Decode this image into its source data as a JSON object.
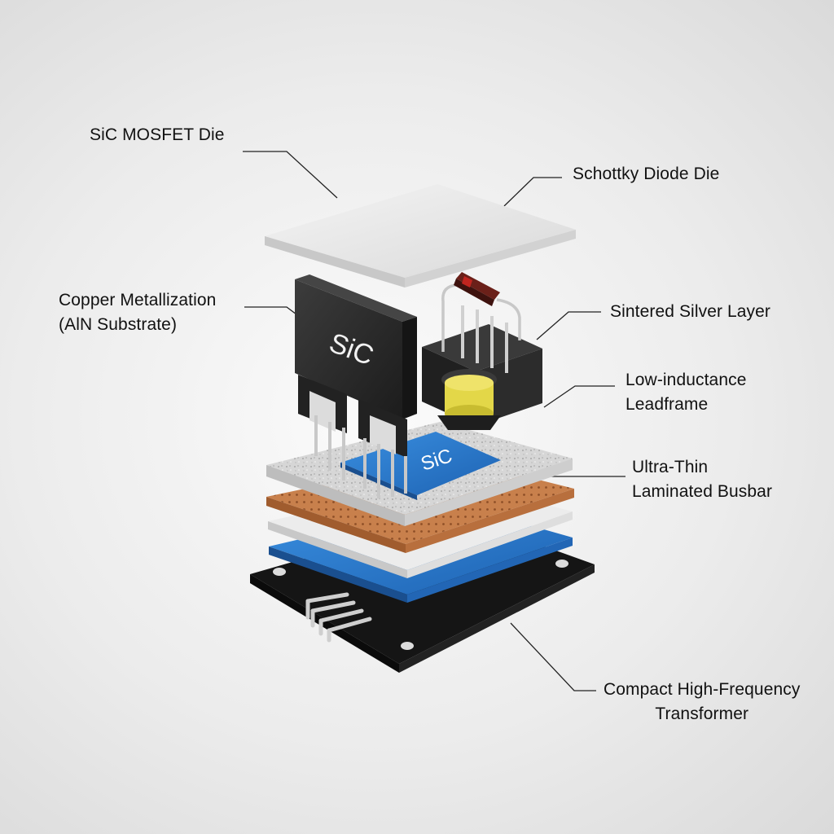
{
  "callouts": {
    "sic_mosfet_die": {
      "lines": [
        "SiC MOSFET Die"
      ]
    },
    "schottky_diode_die": {
      "lines": [
        "Schottky Diode Die"
      ]
    },
    "copper_metallization": {
      "lines": [
        "Copper Metallization",
        "(AlN Substrate)"
      ]
    },
    "sintered_silver_layer": {
      "lines": [
        "Sintered Silver Layer"
      ]
    },
    "low_inductance_leadframe": {
      "lines": [
        "Low-inductance",
        "Leadframe"
      ]
    },
    "ultra_thin_busbar": {
      "lines": [
        "Ultra-Thin",
        "Laminated Busbar"
      ]
    },
    "transformer": {
      "lines": [
        "Compact High-Frequency",
        "Transformer"
      ]
    }
  },
  "component_labels": {
    "mosfet_body": "SiC",
    "blue_die": "SiC"
  },
  "colors": {
    "top_plate": "#e6e6e6",
    "mosfet_body": "#2e2e2e",
    "substrate": "#d8d8d8",
    "copper": "#c9824e",
    "blue_layer": "#2f7fcf",
    "base_board": "#1e1e1e",
    "inductor_winding": "#e5d94a",
    "diode_band": "#c0251f"
  }
}
